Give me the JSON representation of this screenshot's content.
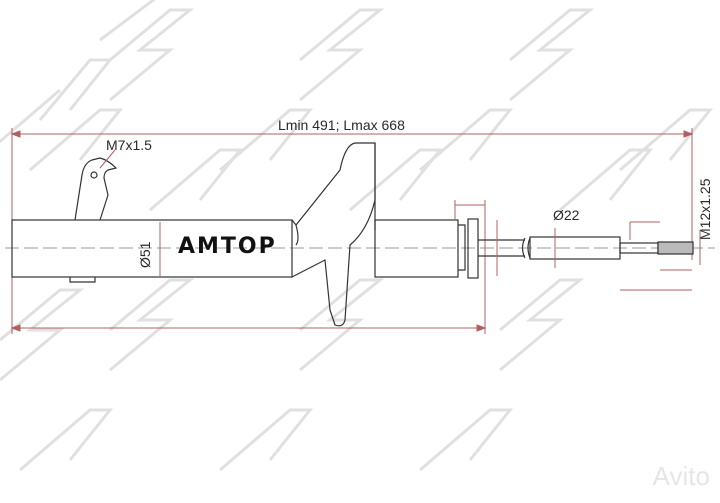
{
  "watermark": {
    "text": "SAT",
    "registered_mark": "®",
    "color": "#e2e2e2"
  },
  "product": {
    "brand_label": "AMTOP",
    "type": "shock absorber"
  },
  "dimensions": {
    "overall_length": "Lmin 491; Lmax 668",
    "top_thread": "M7x1.5",
    "body_diameter": "Ø51",
    "rod_diameter": "Ø22",
    "rod_thread": "M12x1.25"
  },
  "corner_watermark": {
    "text": "Avito"
  },
  "colors": {
    "line": "#3a3a3a",
    "dim_line": "#b06060",
    "center_line": "#888888",
    "background": "#ffffff"
  }
}
